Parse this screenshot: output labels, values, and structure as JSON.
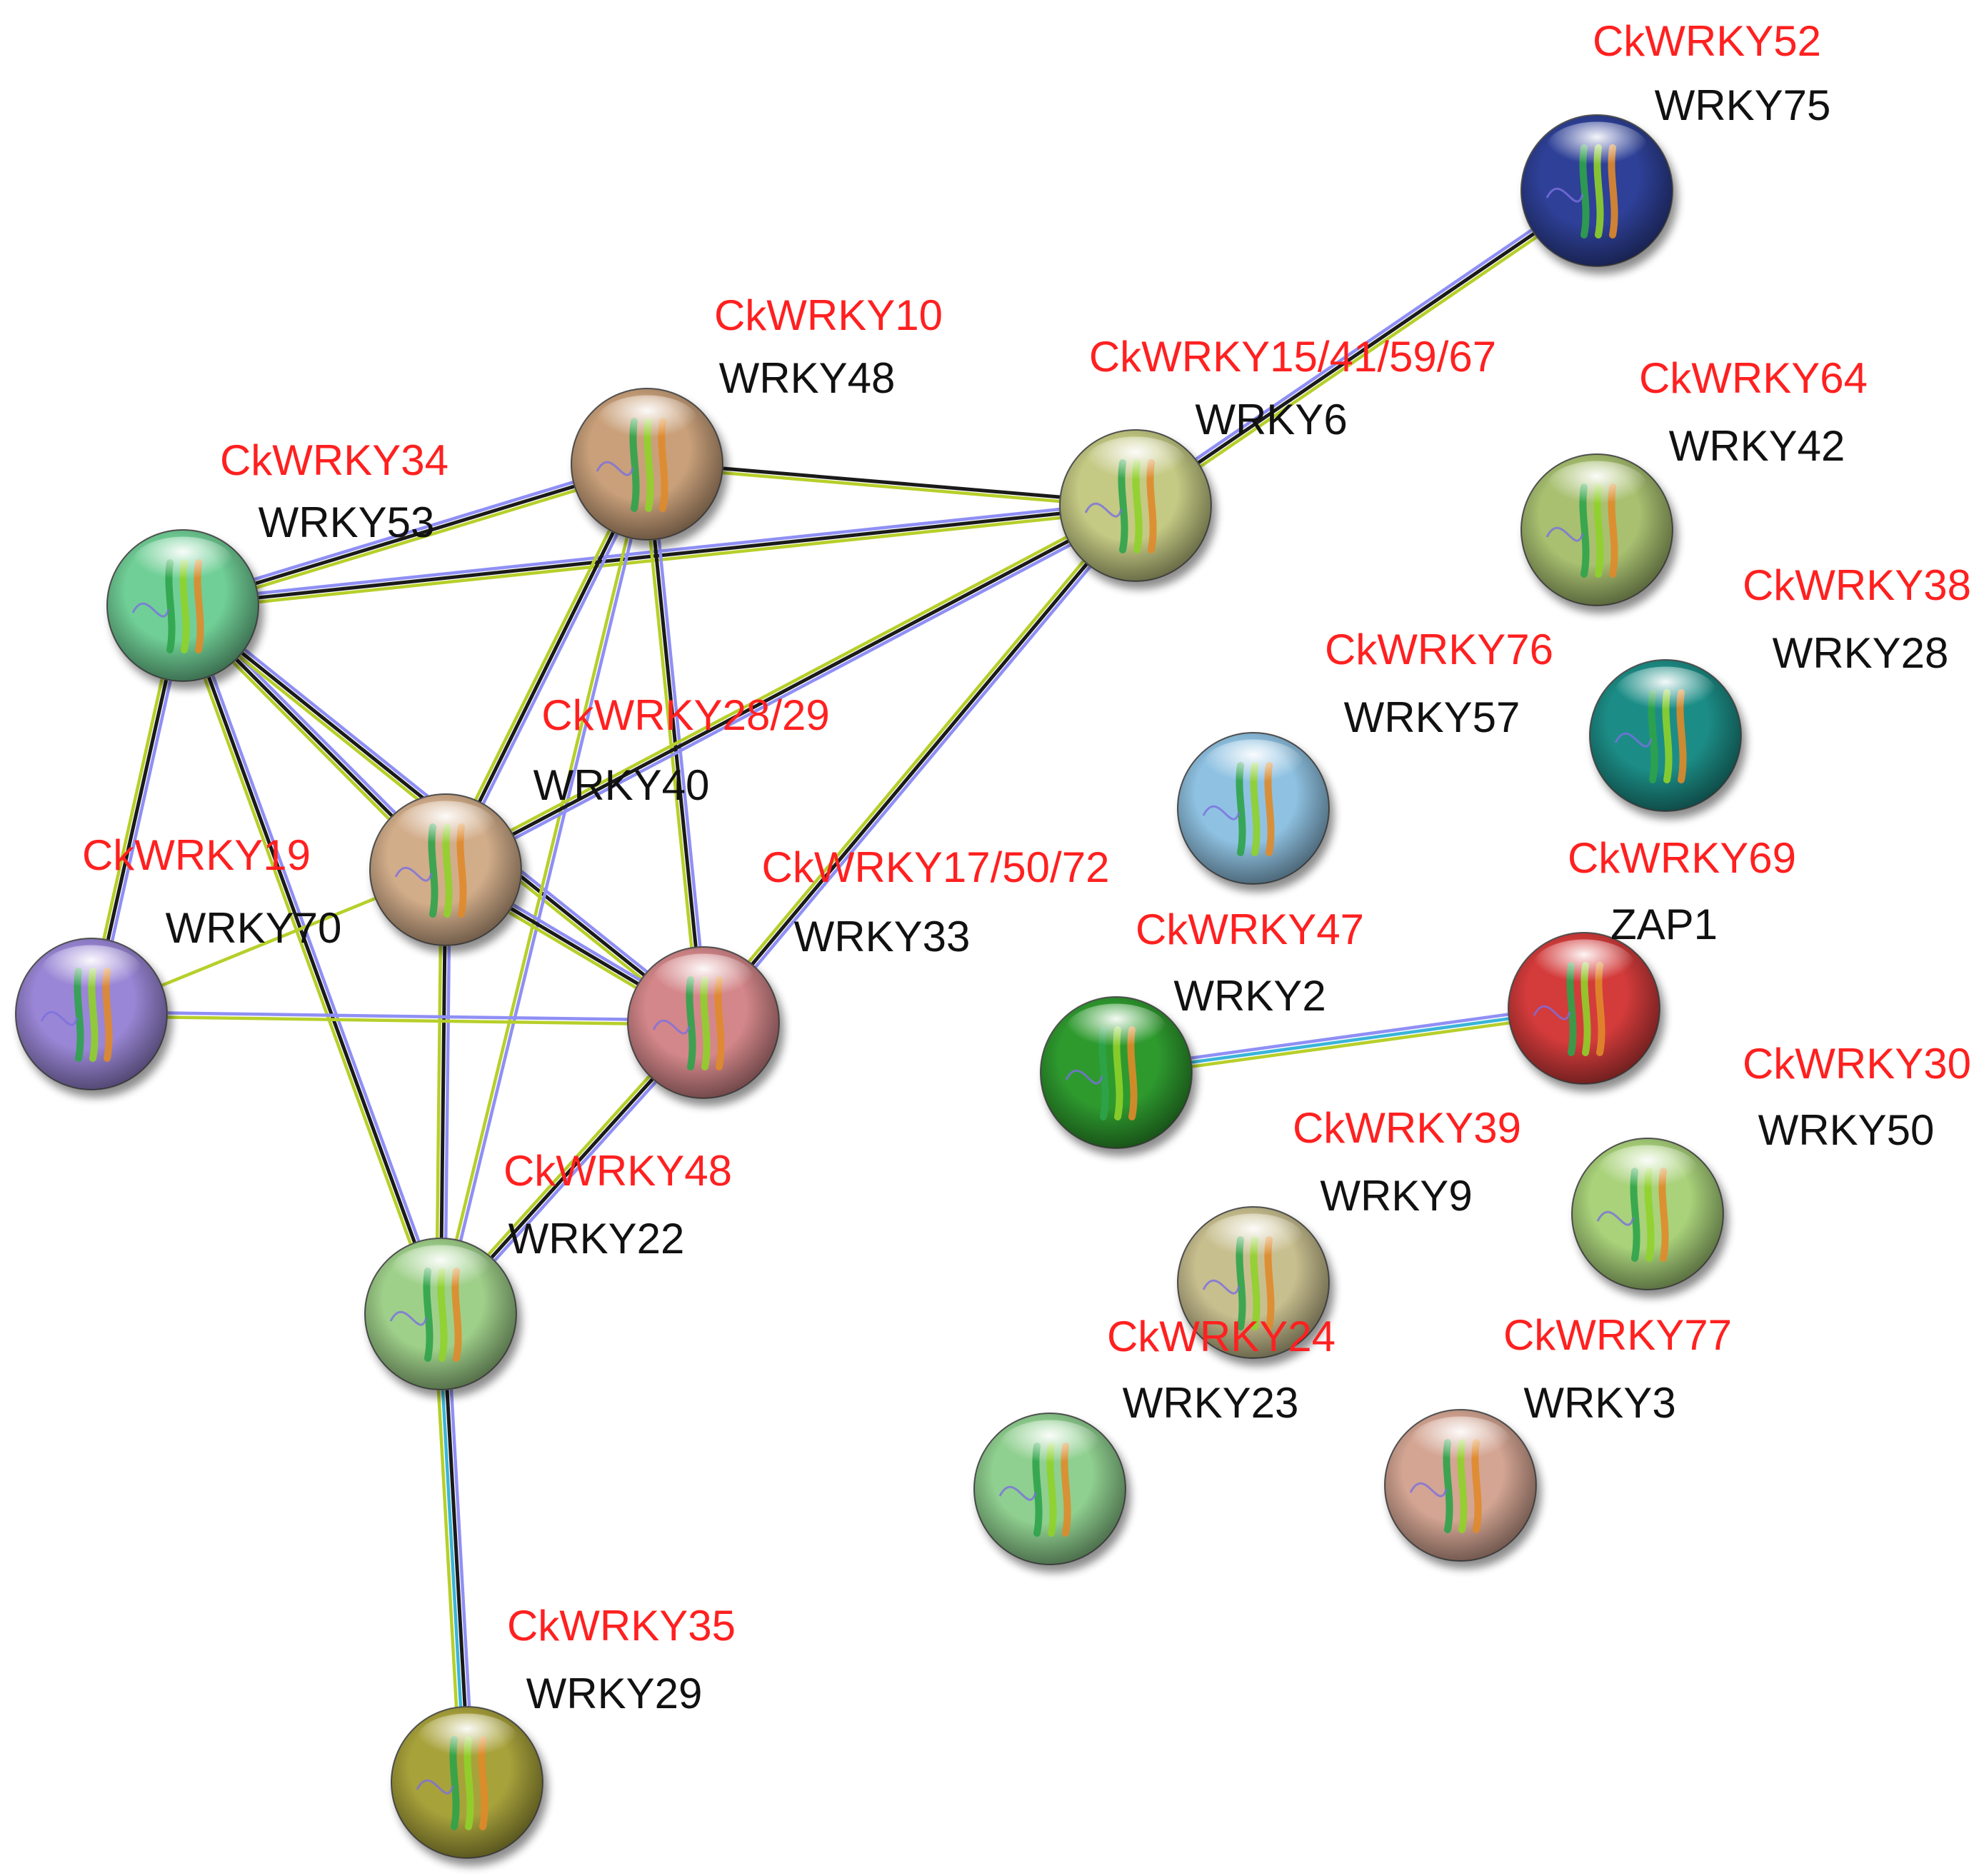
{
  "colors": {
    "edge_black": "#1a1a1a",
    "edge_yellow": "#b7cf2a",
    "edge_blue": "#8f8ff5",
    "edge_cyan": "#3ab4d8",
    "label_red": "#ff2020",
    "label_black": "#111111"
  },
  "nodes": [
    {
      "id": "wrky75",
      "ck_label": "CkWRKY52",
      "name": "WRKY75",
      "color": "#2f3f97",
      "icon": "protein-structure-icon"
    },
    {
      "id": "wrky48",
      "ck_label": "CkWRKY10",
      "name": "WRKY48",
      "color": "#c9a07a",
      "icon": "protein-structure-icon"
    },
    {
      "id": "wrky6",
      "ck_label": "CkWRKY15/41/59/67",
      "name": "WRKY6",
      "color": "#c4c983",
      "icon": "protein-structure-icon"
    },
    {
      "id": "wrky42",
      "ck_label": "CkWRKY64",
      "name": "WRKY42",
      "color": "#a8c070",
      "icon": "protein-structure-icon"
    },
    {
      "id": "wrky53",
      "ck_label": "CkWRKY34",
      "name": "WRKY53",
      "color": "#6fcf96",
      "icon": "protein-structure-icon"
    },
    {
      "id": "wrky28",
      "ck_label": "CkWRKY38",
      "name": "WRKY28",
      "color": "#1e8d86",
      "icon": "protein-structure-icon"
    },
    {
      "id": "wrky57",
      "ck_label": "CkWRKY76",
      "name": "WRKY57",
      "color": "#8fc2e2",
      "icon": "protein-structure-icon"
    },
    {
      "id": "wrky40",
      "ck_label": "CkWRKY28/29",
      "name": "WRKY40",
      "color": "#d2ad8a",
      "icon": "protein-structure-icon"
    },
    {
      "id": "wrky70",
      "ck_label": "CkWRKY19",
      "name": "WRKY70",
      "color": "#9a86d6",
      "icon": "protein-structure-icon"
    },
    {
      "id": "wrky33",
      "ck_label": "CkWRKY17/50/72",
      "name": "WRKY33",
      "color": "#d4878a",
      "icon": "protein-structure-icon"
    },
    {
      "id": "zap1",
      "ck_label": "CkWRKY69",
      "name": "ZAP1",
      "color": "#d43a3a",
      "icon": "protein-structure-icon"
    },
    {
      "id": "wrky2",
      "ck_label": "CkWRKY47",
      "name": "WRKY2",
      "color": "#2f9a2f",
      "icon": "protein-structure-icon"
    },
    {
      "id": "wrky50",
      "ck_label": "CkWRKY30",
      "name": "WRKY50",
      "color": "#a9d27a",
      "icon": "protein-structure-icon"
    },
    {
      "id": "wrky9",
      "ck_label": "CkWRKY39",
      "name": "WRKY9",
      "color": "#c8bf8f",
      "icon": "protein-structure-icon"
    },
    {
      "id": "wrky22",
      "ck_label": "CkWRKY48",
      "name": "WRKY22",
      "color": "#9fd08a",
      "icon": "protein-structure-icon"
    },
    {
      "id": "wrky23",
      "ck_label": "CkWRKY24",
      "name": "WRKY23",
      "color": "#8fcf8f",
      "icon": "protein-structure-icon"
    },
    {
      "id": "wrky3",
      "ck_label": "CkWRKY77",
      "name": "WRKY3",
      "color": "#d4a593",
      "icon": "protein-structure-icon"
    },
    {
      "id": "wrky29",
      "ck_label": "CkWRKY35",
      "name": "WRKY29",
      "color": "#a8a23a",
      "icon": "protein-structure-icon"
    }
  ],
  "edges": [
    {
      "from": "wrky6",
      "to": "wrky75",
      "evidence": [
        "blue",
        "black",
        "yellow"
      ]
    },
    {
      "from": "wrky53",
      "to": "wrky48",
      "evidence": [
        "blue",
        "black",
        "yellow"
      ]
    },
    {
      "from": "wrky53",
      "to": "wrky6",
      "evidence": [
        "blue",
        "black",
        "yellow"
      ]
    },
    {
      "from": "wrky48",
      "to": "wrky6",
      "evidence": [
        "black",
        "yellow"
      ]
    },
    {
      "from": "wrky53",
      "to": "wrky40",
      "evidence": [
        "blue",
        "black",
        "yellow"
      ]
    },
    {
      "from": "wrky53",
      "to": "wrky70",
      "evidence": [
        "blue",
        "black",
        "yellow"
      ]
    },
    {
      "from": "wrky53",
      "to": "wrky33",
      "evidence": [
        "blue",
        "black",
        "yellow"
      ]
    },
    {
      "from": "wrky53",
      "to": "wrky22",
      "evidence": [
        "blue",
        "black",
        "yellow"
      ]
    },
    {
      "from": "wrky48",
      "to": "wrky40",
      "evidence": [
        "blue",
        "black",
        "yellow"
      ]
    },
    {
      "from": "wrky48",
      "to": "wrky33",
      "evidence": [
        "blue",
        "black",
        "yellow"
      ]
    },
    {
      "from": "wrky48",
      "to": "wrky22",
      "evidence": [
        "blue",
        "yellow"
      ]
    },
    {
      "from": "wrky6",
      "to": "wrky40",
      "evidence": [
        "blue",
        "black",
        "yellow"
      ]
    },
    {
      "from": "wrky6",
      "to": "wrky33",
      "evidence": [
        "blue",
        "black",
        "yellow"
      ]
    },
    {
      "from": "wrky40",
      "to": "wrky70",
      "evidence": [
        "yellow"
      ]
    },
    {
      "from": "wrky40",
      "to": "wrky33",
      "evidence": [
        "blue",
        "black",
        "yellow"
      ]
    },
    {
      "from": "wrky40",
      "to": "wrky22",
      "evidence": [
        "blue",
        "black",
        "yellow"
      ]
    },
    {
      "from": "wrky70",
      "to": "wrky33",
      "evidence": [
        "blue",
        "yellow"
      ]
    },
    {
      "from": "wrky33",
      "to": "wrky22",
      "evidence": [
        "blue",
        "black",
        "yellow"
      ]
    },
    {
      "from": "wrky22",
      "to": "wrky29",
      "evidence": [
        "blue",
        "black",
        "cyan",
        "yellow"
      ]
    },
    {
      "from": "wrky2",
      "to": "zap1",
      "evidence": [
        "blue",
        "cyan",
        "yellow"
      ]
    }
  ]
}
